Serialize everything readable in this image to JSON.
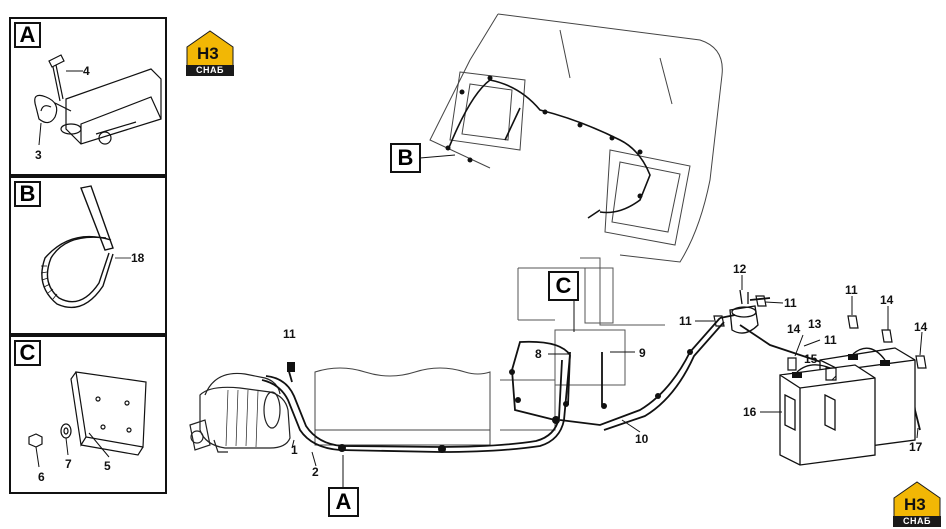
{
  "detail_panels": [
    {
      "label": "A",
      "parts": [
        "4",
        "3"
      ]
    },
    {
      "label": "B",
      "parts": [
        "18"
      ]
    },
    {
      "label": "C",
      "parts": [
        "6",
        "7",
        "5"
      ]
    }
  ],
  "callouts": {
    "b": "B",
    "c": "C",
    "a": "A"
  },
  "part_numbers": {
    "p1": "1",
    "p2": "2",
    "p8": "8",
    "p9": "9",
    "p10": "10",
    "p11a": "11",
    "p11b": "11",
    "p11c": "11",
    "p11d": "11",
    "p11e": "11",
    "p12": "12",
    "p13": "13",
    "p14a": "14",
    "p14b": "14",
    "p14c": "14",
    "p15": "15",
    "p16": "16",
    "p17": "17"
  },
  "logo": {
    "mark": "H3",
    "brand": "СНАБ",
    "accent": "#f2b705",
    "dark": "#1a1a1a"
  }
}
